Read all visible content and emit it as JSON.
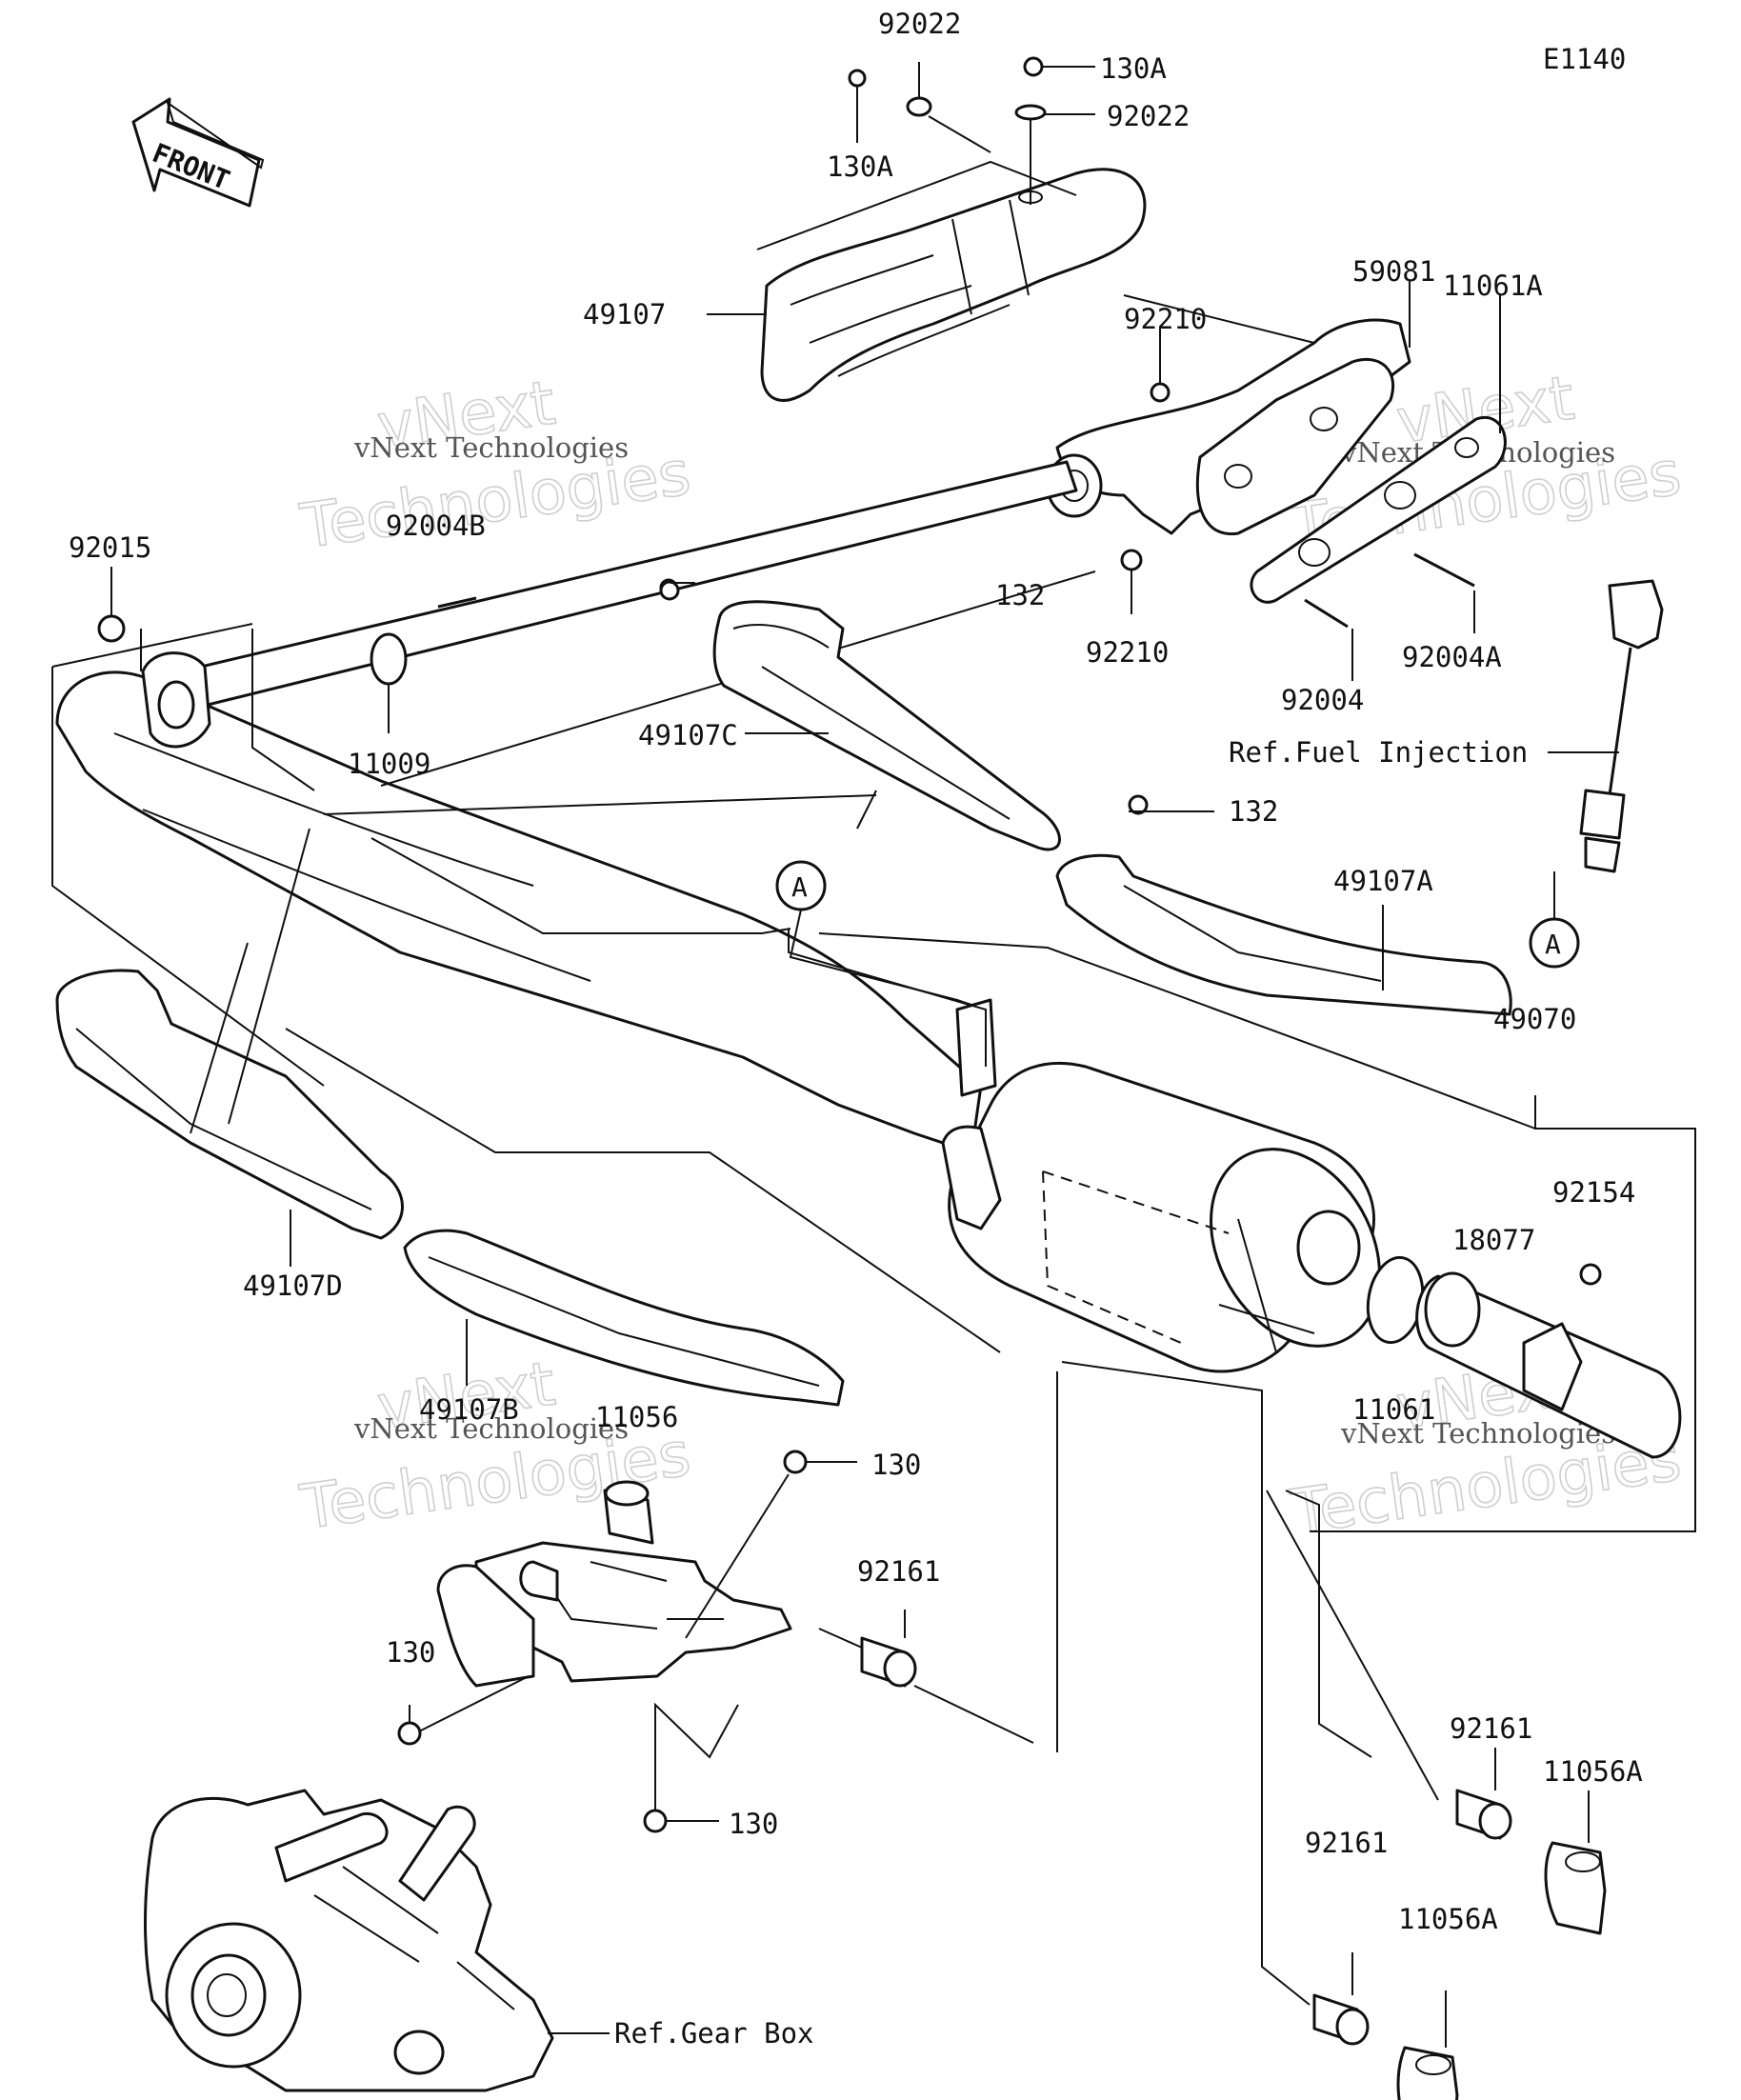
{
  "diagram_code": "E1140",
  "front_label": "FRONT",
  "circle_ref": "A",
  "refs": {
    "fuel_injection": "Ref.Fuel Injection",
    "gear_box": "Ref.Gear Box"
  },
  "watermark": {
    "brand": "vNext",
    "sub": "Technologies",
    "full": "vNext Technologies"
  },
  "parts": {
    "p92022_top": "92022",
    "p130A_top": "130A",
    "p92022_right": "92022",
    "p130A_left": "130A",
    "p49107": "49107",
    "p59081": "59081",
    "p92210_top": "92210",
    "p11061A": "11061A",
    "p92015": "92015",
    "p92004B": "92004B",
    "p132_top": "132",
    "p92210_bottom": "92210",
    "p92004A": "92004A",
    "p92004": "92004",
    "p11009": "11009",
    "p49107C": "49107C",
    "p132_mid": "132",
    "p49107A": "49107A",
    "p49070": "49070",
    "p92154": "92154",
    "p18077": "18077",
    "p49107D": "49107D",
    "p11061": "11061",
    "p49107B": "49107B",
    "p11056": "11056",
    "p130_a": "130",
    "p92161_a": "92161",
    "p130_b": "130",
    "p130_c": "130",
    "p92161_b": "92161",
    "p11056A_b": "11056A",
    "p92161_c": "92161",
    "p11056A_c": "11056A"
  }
}
